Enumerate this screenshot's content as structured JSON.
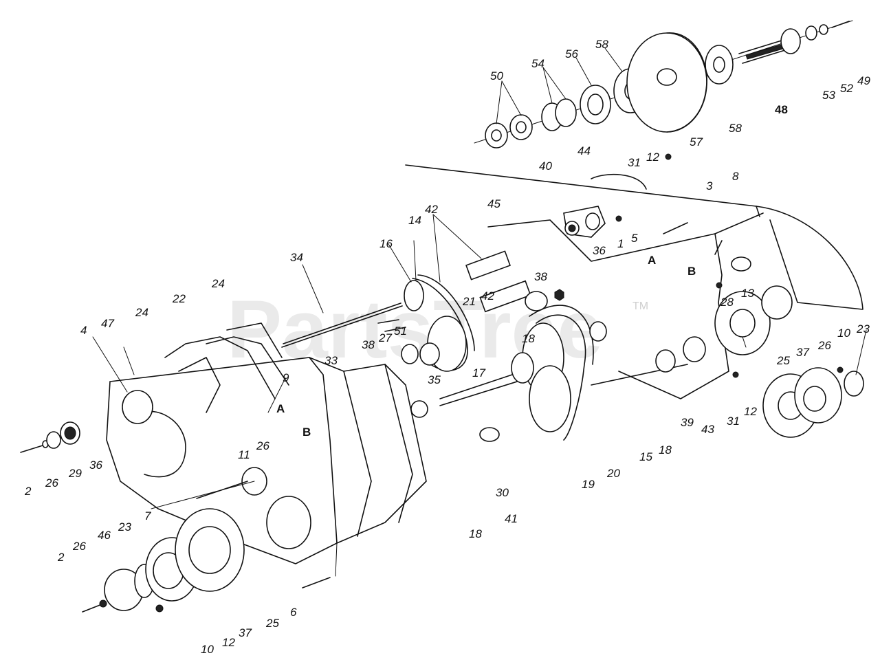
{
  "watermark": {
    "text": "PartsTree",
    "tm": "TM"
  },
  "callouts": [
    {
      "id": "49",
      "label": "49"
    },
    {
      "id": "52",
      "label": "52"
    },
    {
      "id": "53",
      "label": "53"
    },
    {
      "id": "48",
      "label": "48"
    },
    {
      "id": "58a",
      "label": "58"
    },
    {
      "id": "58b",
      "label": "58"
    },
    {
      "id": "57",
      "label": "57"
    },
    {
      "id": "56",
      "label": "56"
    },
    {
      "id": "54",
      "label": "54"
    },
    {
      "id": "50",
      "label": "50"
    },
    {
      "id": "44",
      "label": "44"
    },
    {
      "id": "40",
      "label": "40"
    },
    {
      "id": "31a",
      "label": "31"
    },
    {
      "id": "12a",
      "label": "12"
    },
    {
      "id": "3",
      "label": "3"
    },
    {
      "id": "8",
      "label": "8"
    },
    {
      "id": "45",
      "label": "45"
    },
    {
      "id": "5",
      "label": "5"
    },
    {
      "id": "1",
      "label": "1"
    },
    {
      "id": "36a",
      "label": "36"
    },
    {
      "id": "A1",
      "label": "A"
    },
    {
      "id": "B1",
      "label": "B"
    },
    {
      "id": "13",
      "label": "13"
    },
    {
      "id": "28",
      "label": "28"
    },
    {
      "id": "42a",
      "label": "42"
    },
    {
      "id": "14",
      "label": "14"
    },
    {
      "id": "16",
      "label": "16"
    },
    {
      "id": "21",
      "label": "21"
    },
    {
      "id": "42b",
      "label": "42"
    },
    {
      "id": "38a",
      "label": "38"
    },
    {
      "id": "34",
      "label": "34"
    },
    {
      "id": "51",
      "label": "51"
    },
    {
      "id": "27",
      "label": "27"
    },
    {
      "id": "38b",
      "label": "38"
    },
    {
      "id": "18a",
      "label": "18"
    },
    {
      "id": "17",
      "label": "17"
    },
    {
      "id": "35",
      "label": "35"
    },
    {
      "id": "24a",
      "label": "24"
    },
    {
      "id": "22",
      "label": "22"
    },
    {
      "id": "24b",
      "label": "24"
    },
    {
      "id": "47",
      "label": "47"
    },
    {
      "id": "4",
      "label": "4"
    },
    {
      "id": "33",
      "label": "33"
    },
    {
      "id": "9",
      "label": "9"
    },
    {
      "id": "A2",
      "label": "A"
    },
    {
      "id": "B2",
      "label": "B"
    },
    {
      "id": "11",
      "label": "11"
    },
    {
      "id": "26a",
      "label": "26"
    },
    {
      "id": "23a",
      "label": "23"
    },
    {
      "id": "26b",
      "label": "26"
    },
    {
      "id": "10a",
      "label": "10"
    },
    {
      "id": "37a",
      "label": "37"
    },
    {
      "id": "25a",
      "label": "25"
    },
    {
      "id": "31b",
      "label": "31"
    },
    {
      "id": "12b",
      "label": "12"
    },
    {
      "id": "43",
      "label": "43"
    },
    {
      "id": "39",
      "label": "39"
    },
    {
      "id": "18b",
      "label": "18"
    },
    {
      "id": "15",
      "label": "15"
    },
    {
      "id": "20",
      "label": "20"
    },
    {
      "id": "19",
      "label": "19"
    },
    {
      "id": "30",
      "label": "30"
    },
    {
      "id": "41",
      "label": "41"
    },
    {
      "id": "18c",
      "label": "18"
    },
    {
      "id": "2a",
      "label": "2"
    },
    {
      "id": "26c",
      "label": "26"
    },
    {
      "id": "29",
      "label": "29"
    },
    {
      "id": "36b",
      "label": "36"
    },
    {
      "id": "7",
      "label": "7"
    },
    {
      "id": "2b",
      "label": "2"
    },
    {
      "id": "26d",
      "label": "26"
    },
    {
      "id": "46",
      "label": "46"
    },
    {
      "id": "23b",
      "label": "23"
    },
    {
      "id": "6",
      "label": "6"
    },
    {
      "id": "25b",
      "label": "25"
    },
    {
      "id": "37b",
      "label": "37"
    },
    {
      "id": "12c",
      "label": "12"
    },
    {
      "id": "10b",
      "label": "10"
    }
  ]
}
